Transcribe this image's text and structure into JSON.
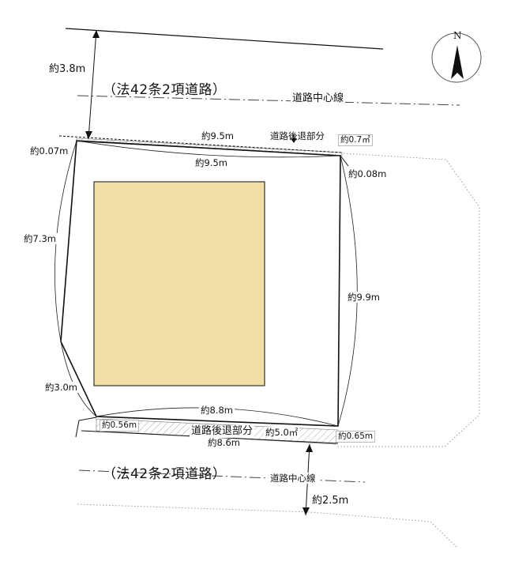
{
  "front_road": {
    "type_label": "（法42条2項道路）",
    "centerline_label": "道路中心線",
    "width": "約3.8m"
  },
  "rear_road": {
    "type_label": "（法42条2項道路）",
    "centerline_label": "道路中心線",
    "width": "約2.5m"
  },
  "setback_top": {
    "label": "道路後退部分",
    "area": "約0.7㎡",
    "length": "約9.5m"
  },
  "setback_bottom": {
    "label": "道路後退部分",
    "area": "約5.0㎡",
    "length": "約8.6m"
  },
  "lot_sides": {
    "top": "約9.5m",
    "right": "約9.9m",
    "bottom": "約8.8m",
    "left_upper": "約7.3m",
    "left_lower": "約3.0m"
  },
  "setback_depths": {
    "top_left": "約0.07m",
    "top_right": "約0.08m",
    "bottom_left": "約0.56m",
    "bottom_right": "約0.65m"
  },
  "compass": {
    "north": "N"
  },
  "colors": {
    "building": "#f2dfa6",
    "line": "#111111",
    "dotted": "#999999"
  }
}
